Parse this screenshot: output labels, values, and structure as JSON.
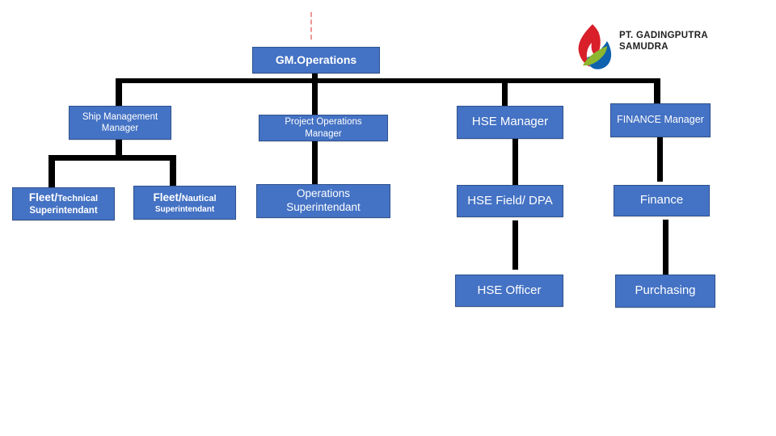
{
  "slide": {
    "background": "#ffffff"
  },
  "logo": {
    "icon": "flame-drop-logo",
    "company_line1": "PT. GADINGPUTRA",
    "company_line2": "SAMUDRA",
    "colors": {
      "red": "#d81f2a",
      "green": "#8cb72e",
      "blue": "#1061ae"
    }
  },
  "theme": {
    "box_fill": "#4472c4",
    "box_border": "#2f528f",
    "box_text": "#ffffff",
    "connector": "#000000",
    "guide_line": "#e57373"
  },
  "nodes": {
    "gm": {
      "label": "GM.Operations"
    },
    "ship_mgmt": {
      "line1": "Ship Management",
      "line2": "Manager"
    },
    "proj_ops": {
      "line1": "Project Operations",
      "line2": "Manager"
    },
    "hse_mgr": {
      "label": "HSE Manager"
    },
    "fin_mgr": {
      "label": "FINANCE Manager"
    },
    "fleet_tech": {
      "prefix": "Fleet/",
      "specialty": "Technical",
      "line2": "Superintendant"
    },
    "fleet_naut": {
      "prefix": "Fleet/",
      "specialty": "Nautical",
      "line2": "Superintendant"
    },
    "ops_supt": {
      "line1": "Operations",
      "line2": "Superintendant"
    },
    "hse_field": {
      "label": "HSE Field/ DPA"
    },
    "finance": {
      "label": "Finance"
    },
    "hse_officer": {
      "label": "HSE Officer"
    },
    "purchasing": {
      "label": "Purchasing"
    }
  },
  "hierarchy": {
    "root": "GM.Operations",
    "edges": [
      [
        "GM.Operations",
        "Ship Management Manager"
      ],
      [
        "GM.Operations",
        "Project Operations Manager"
      ],
      [
        "GM.Operations",
        "HSE Manager"
      ],
      [
        "GM.Operations",
        "FINANCE Manager"
      ],
      [
        "Ship Management Manager",
        "Fleet/Technical Superintendant"
      ],
      [
        "Ship Management Manager",
        "Fleet/Nautical Superintendant"
      ],
      [
        "Project Operations Manager",
        "Operations Superintendant"
      ],
      [
        "HSE Manager",
        "HSE Field/ DPA"
      ],
      [
        "HSE Field/ DPA",
        "HSE Officer"
      ],
      [
        "FINANCE Manager",
        "Finance"
      ],
      [
        "Finance",
        "Purchasing"
      ]
    ]
  }
}
